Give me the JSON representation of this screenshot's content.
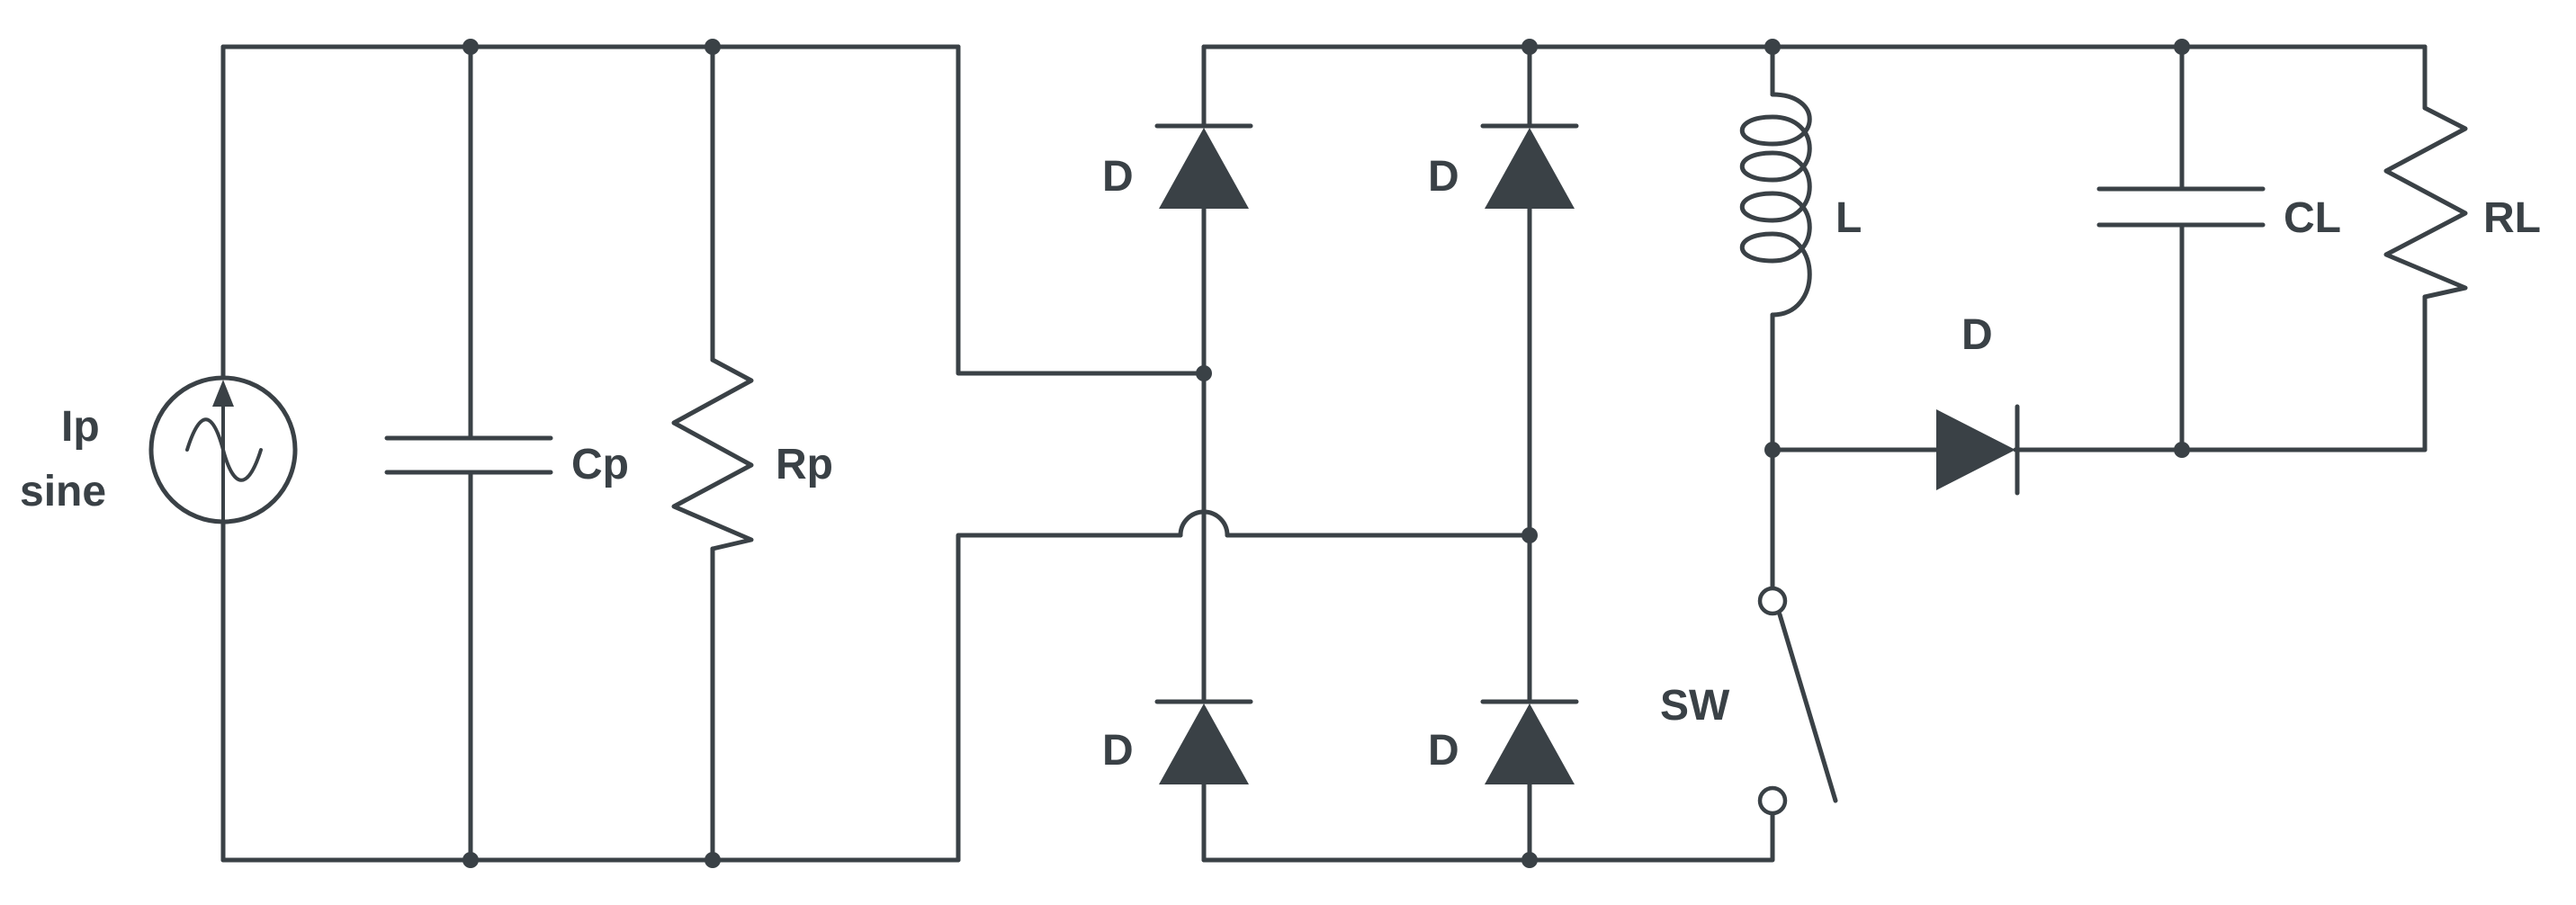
{
  "labels": {
    "source_line1": "Ip",
    "source_line2": "sine",
    "cp": "Cp",
    "rp": "Rp",
    "d_bridge_tl": "D",
    "d_bridge_tr": "D",
    "d_bridge_bl": "D",
    "d_bridge_br": "D",
    "inductor": "L",
    "d_boost": "D",
    "cl": "CL",
    "rl": "RL",
    "switch": "SW"
  },
  "colors": {
    "ink": "#3a4146",
    "background": "#ffffff"
  },
  "icons": {
    "source": "ac-current-source-icon",
    "capacitor": "capacitor-icon",
    "resistor": "resistor-icon",
    "diode": "diode-icon",
    "inductor": "inductor-icon",
    "switch": "switch-icon"
  }
}
